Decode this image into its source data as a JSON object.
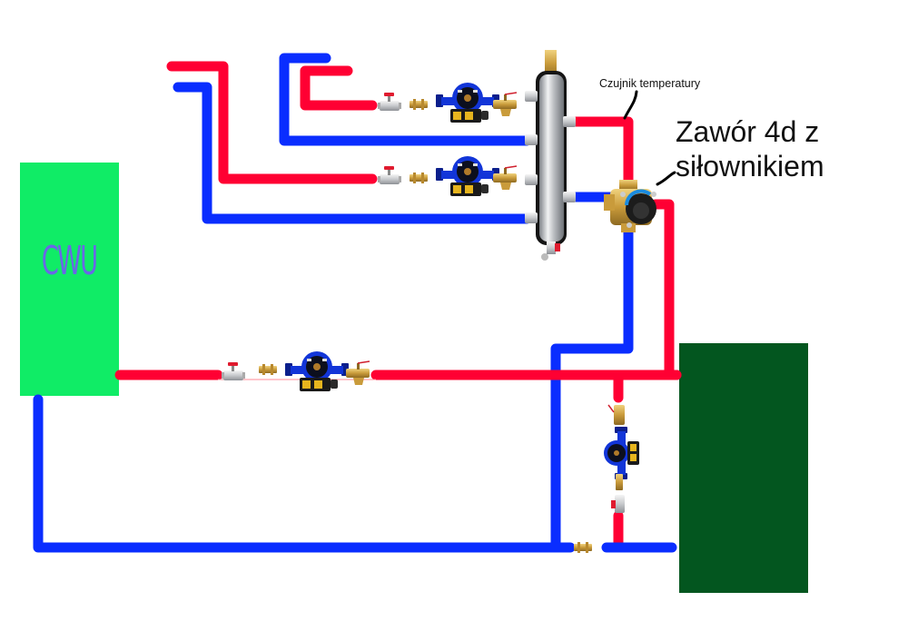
{
  "title": "Schemat hydrauliczny: CWU, sprzęgło hydrauliczne, zawór 4-drogowy i kocioł",
  "colors": {
    "supply_pipe": "#ff0033",
    "return_pipe": "#0a2dff",
    "cwu_tank": "#10ec66",
    "cwu_text": "#6a67e6",
    "boiler": "#03561f",
    "pump_body": "#1235d8",
    "brass": "#c9a24c",
    "steel": "#c9ccd0"
  },
  "labels": {
    "cwu": "CWU",
    "sensor": "Czujnik temperatury",
    "valve_line1": "Zawór 4d z",
    "valve_line2": "siłownikiem"
  },
  "components": {
    "tank": "cwu-tank",
    "boiler": "boiler",
    "hydraulic_separator": "hydraulic-separator",
    "mixing_valve": "four-way-mixing-valve",
    "pumps": [
      "heating-circuit-pump-1",
      "heating-circuit-pump-2",
      "cwu-loading-pump",
      "boiler-pump"
    ]
  }
}
